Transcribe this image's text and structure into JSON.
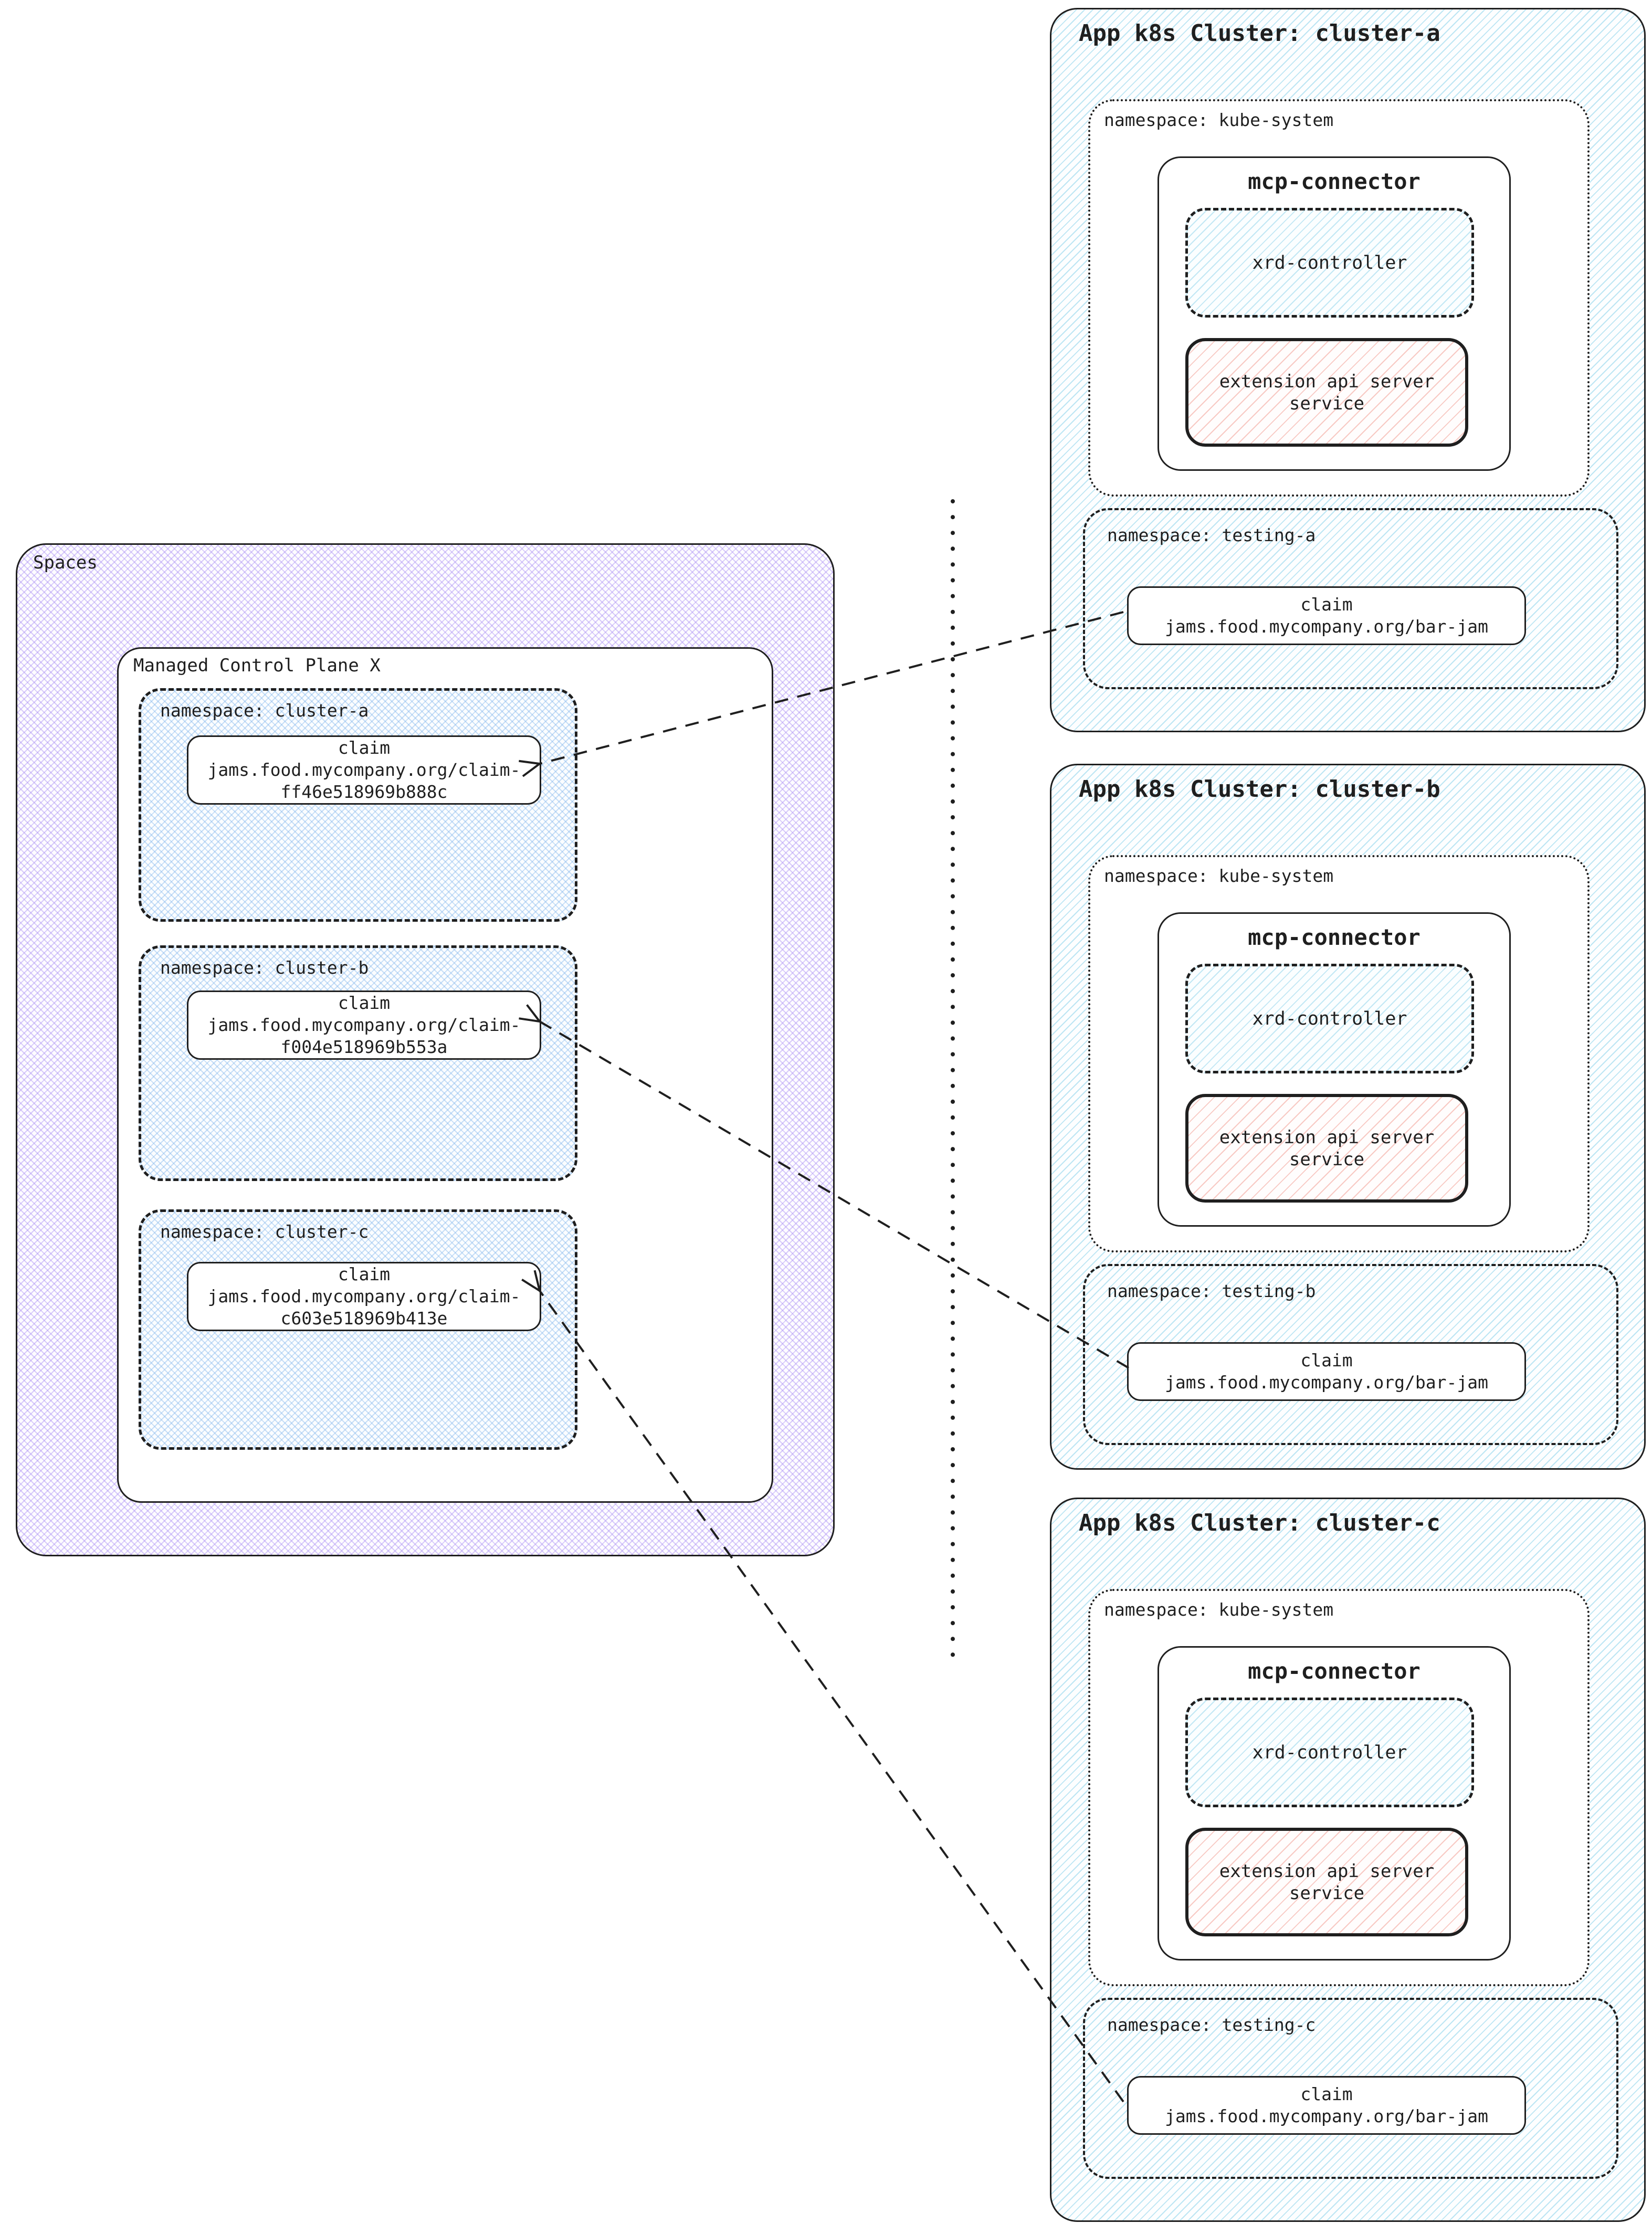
{
  "spaces": {
    "label": "Spaces",
    "managed": {
      "label": "Managed Control Plane X",
      "namespaces": [
        {
          "label": "namespace: cluster-a",
          "claim": {
            "title": "claim",
            "line1": "jams.food.mycompany.org/claim-",
            "line2": "ff46e518969b888c"
          }
        },
        {
          "label": "namespace: cluster-b",
          "claim": {
            "title": "claim",
            "line1": "jams.food.mycompany.org/claim-",
            "line2": "f004e518969b553a"
          }
        },
        {
          "label": "namespace: cluster-c",
          "claim": {
            "title": "claim",
            "line1": "jams.food.mycompany.org/claim-",
            "line2": "c603e518969b413e"
          }
        }
      ]
    }
  },
  "clusters": [
    {
      "title": "App k8s Cluster: cluster-a",
      "kube": {
        "label": "namespace: kube-system",
        "mcp": {
          "label": "mcp-connector",
          "xrd": "xrd-controller",
          "ext_line1": "extension api server",
          "ext_line2": "service"
        }
      },
      "testing": {
        "label": "namespace: testing-a",
        "claim": {
          "title": "claim",
          "line": "jams.food.mycompany.org/bar-jam"
        }
      }
    },
    {
      "title": "App k8s Cluster: cluster-b",
      "kube": {
        "label": "namespace: kube-system",
        "mcp": {
          "label": "mcp-connector",
          "xrd": "xrd-controller",
          "ext_line1": "extension api server",
          "ext_line2": "service"
        }
      },
      "testing": {
        "label": "namespace: testing-b",
        "claim": {
          "title": "claim",
          "line": "jams.food.mycompany.org/bar-jam"
        }
      }
    },
    {
      "title": "App k8s Cluster: cluster-c",
      "kube": {
        "label": "namespace: kube-system",
        "mcp": {
          "label": "mcp-connector",
          "xrd": "xrd-controller",
          "ext_line1": "extension api server",
          "ext_line2": "service"
        }
      },
      "testing": {
        "label": "namespace: testing-c",
        "claim": {
          "title": "claim",
          "line": "jams.food.mycompany.org/bar-jam"
        }
      }
    }
  ],
  "colors": {
    "border": "#1f1f1f",
    "cluster_hatch_blue": "#7dcde8",
    "namespace_hatch_blue": "#7eb4eb",
    "spaces_hatch_purple": "#aa8ff3",
    "extension_hatch_pink": "#f29e94",
    "card_background": "#ffffff"
  }
}
